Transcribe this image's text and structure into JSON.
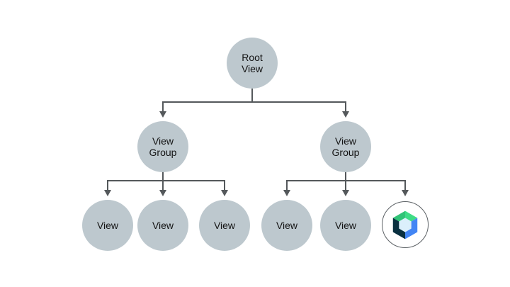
{
  "diagram": {
    "type": "tree",
    "description": "Android view hierarchy tree with a Jetpack Compose node as one leaf",
    "colors": {
      "background": "#ffffff",
      "node_fill": "#bdc8ce",
      "node_text": "#141414",
      "connector": "#54585b",
      "logo_ring": "#5c6165",
      "logo_green_left": "#31c377",
      "logo_green_right": "#3fdc86",
      "logo_blue": "#4285f4",
      "logo_navy": "#0a3040",
      "logo_center": "#dbeffb"
    },
    "nodes": {
      "root": {
        "lines": [
          "Root",
          "View"
        ]
      },
      "left_group": {
        "lines": [
          "View",
          "Group"
        ]
      },
      "right_group": {
        "lines": [
          "View",
          "Group"
        ]
      },
      "left_leaves": [
        "View",
        "View",
        "View"
      ],
      "right_leaves": [
        "View",
        "View"
      ],
      "compose_leaf": {
        "icon": "jetpack-compose-logo"
      }
    },
    "edges": [
      "root -> left_group",
      "root -> right_group",
      "left_group -> left_leaves.0",
      "left_group -> left_leaves.1",
      "left_group -> left_leaves.2",
      "right_group -> right_leaves.0",
      "right_group -> right_leaves.1",
      "right_group -> compose_leaf"
    ]
  }
}
